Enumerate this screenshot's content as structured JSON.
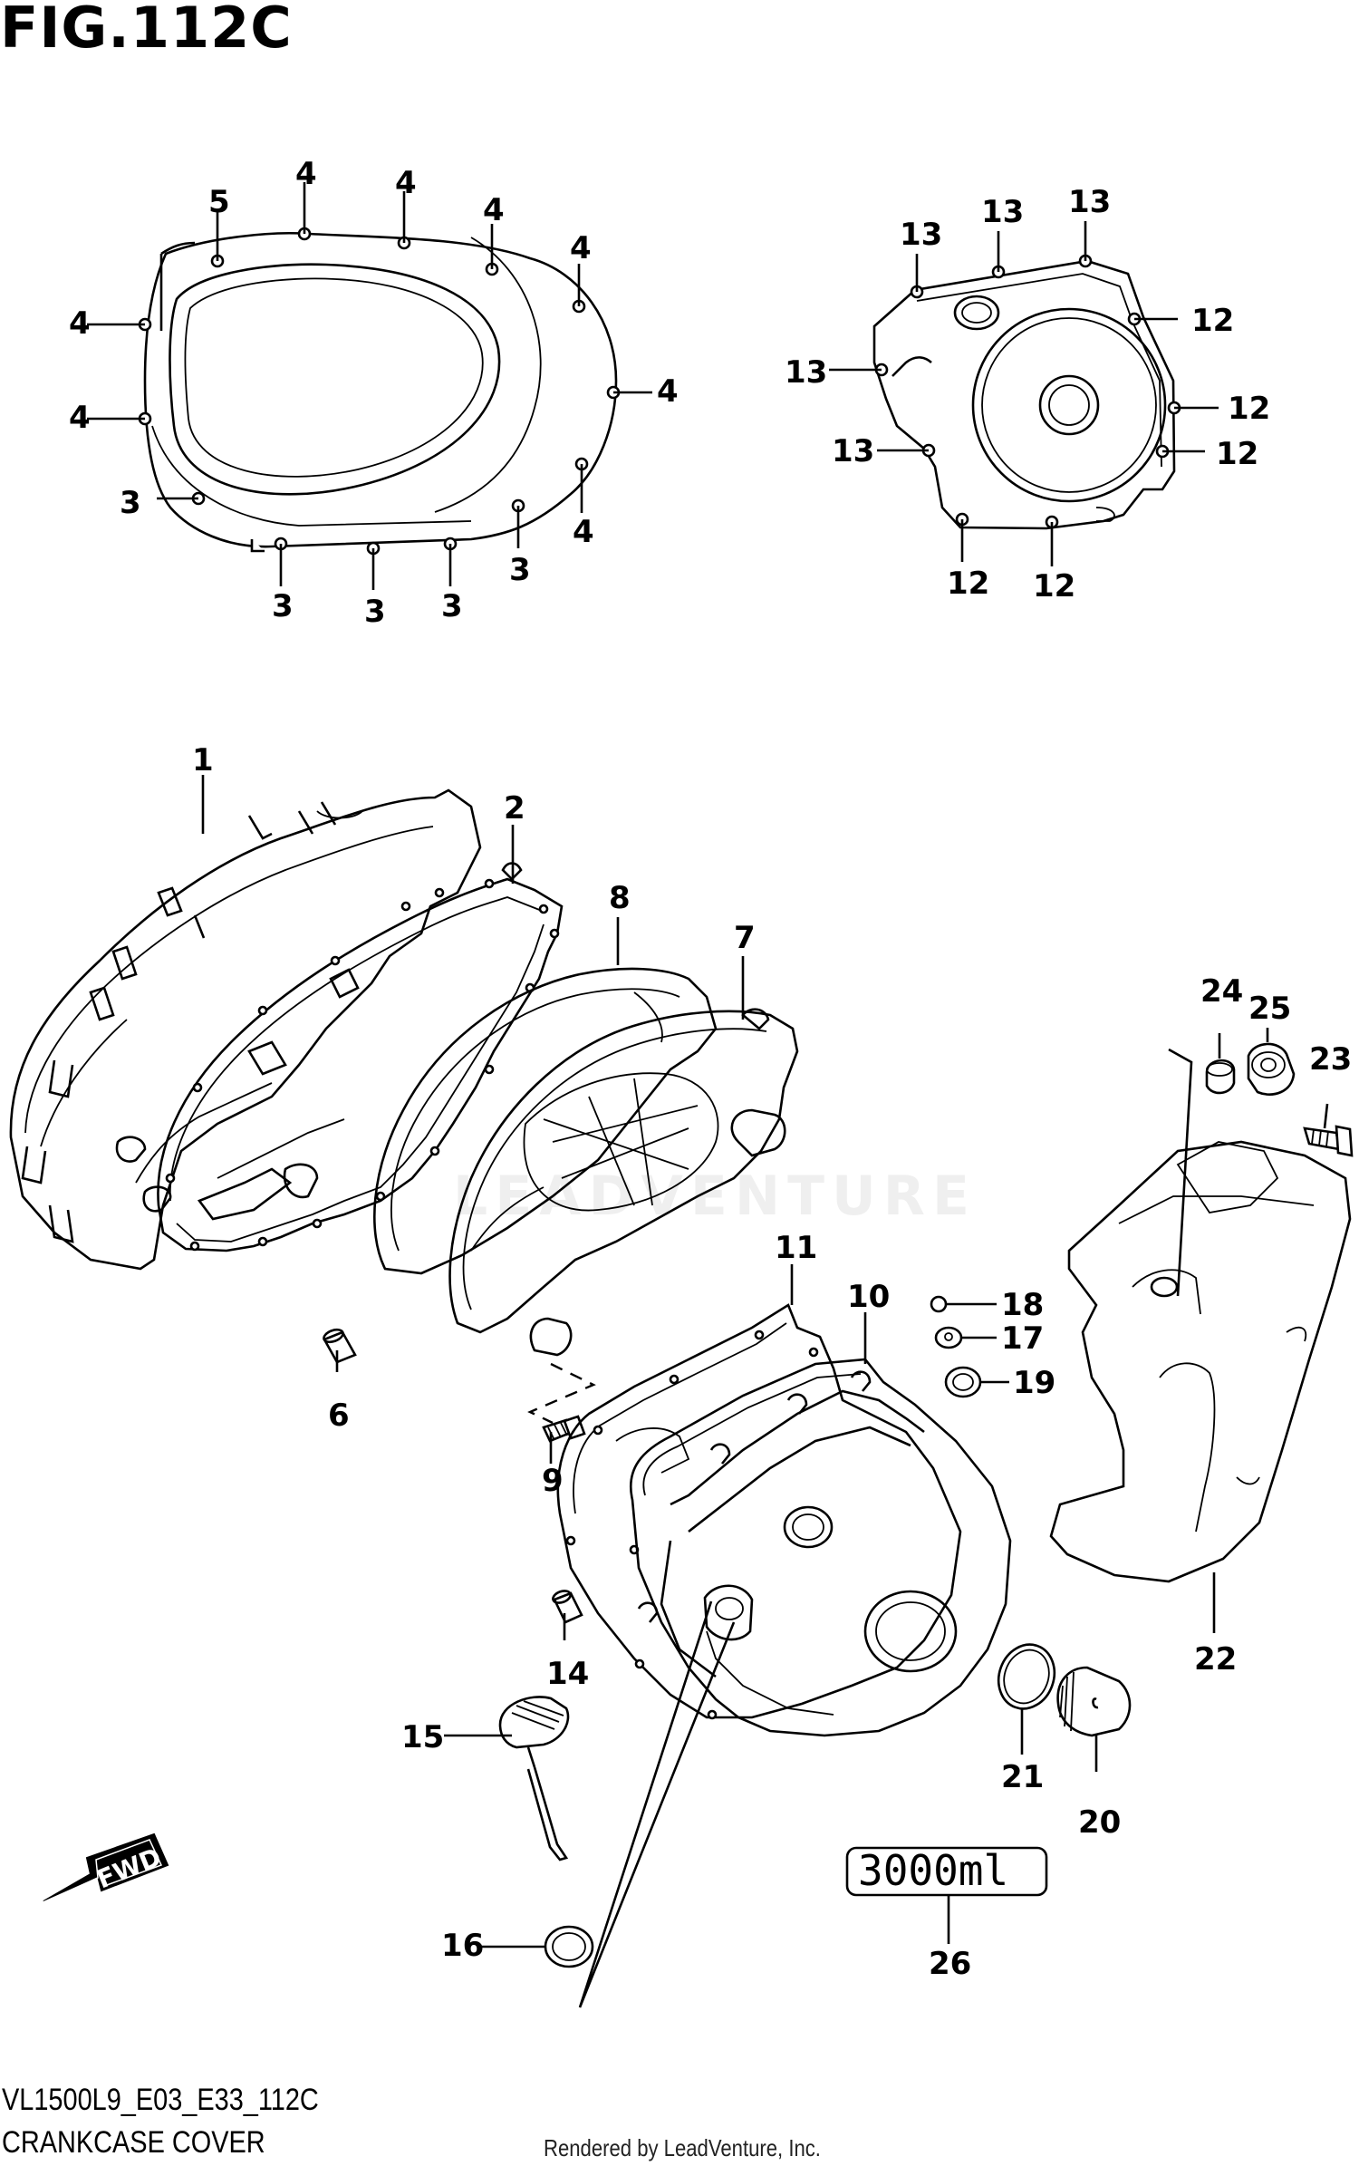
{
  "figure": {
    "title": "FIG.112C",
    "model_code": "VL1500L9_E03_E33_112C",
    "caption": "CRANKCASE COVER",
    "credit": "Rendered by LeadVenture, Inc.",
    "watermark": "LEADVENTURE"
  },
  "fwd_arrow": {
    "label": "FWD",
    "icon": "fwd-arrow-icon"
  },
  "stamp": {
    "text": "3000ml"
  },
  "callouts": [
    {
      "id": "c1",
      "label": "1"
    },
    {
      "id": "c2",
      "label": "2"
    },
    {
      "id": "c3a",
      "label": "3"
    },
    {
      "id": "c3b",
      "label": "3"
    },
    {
      "id": "c3c",
      "label": "3"
    },
    {
      "id": "c3d",
      "label": "3"
    },
    {
      "id": "c3e",
      "label": "3"
    },
    {
      "id": "c4a",
      "label": "4"
    },
    {
      "id": "c4b",
      "label": "4"
    },
    {
      "id": "c4c",
      "label": "4"
    },
    {
      "id": "c4d",
      "label": "4"
    },
    {
      "id": "c4e",
      "label": "4"
    },
    {
      "id": "c4f",
      "label": "4"
    },
    {
      "id": "c4g",
      "label": "4"
    },
    {
      "id": "c4h",
      "label": "4"
    },
    {
      "id": "c5",
      "label": "5"
    },
    {
      "id": "c6",
      "label": "6"
    },
    {
      "id": "c7",
      "label": "7"
    },
    {
      "id": "c8",
      "label": "8"
    },
    {
      "id": "c9",
      "label": "9"
    },
    {
      "id": "c10",
      "label": "10"
    },
    {
      "id": "c11",
      "label": "11"
    },
    {
      "id": "c12a",
      "label": "12"
    },
    {
      "id": "c12b",
      "label": "12"
    },
    {
      "id": "c12c",
      "label": "12"
    },
    {
      "id": "c12d",
      "label": "12"
    },
    {
      "id": "c12e",
      "label": "12"
    },
    {
      "id": "c13a",
      "label": "13"
    },
    {
      "id": "c13b",
      "label": "13"
    },
    {
      "id": "c13c",
      "label": "13"
    },
    {
      "id": "c13d",
      "label": "13"
    },
    {
      "id": "c13e",
      "label": "13"
    },
    {
      "id": "c14",
      "label": "14"
    },
    {
      "id": "c15",
      "label": "15"
    },
    {
      "id": "c16",
      "label": "16"
    },
    {
      "id": "c17",
      "label": "17"
    },
    {
      "id": "c18",
      "label": "18"
    },
    {
      "id": "c19",
      "label": "19"
    },
    {
      "id": "c20",
      "label": "20"
    },
    {
      "id": "c21",
      "label": "21"
    },
    {
      "id": "c22",
      "label": "22"
    },
    {
      "id": "c23",
      "label": "23"
    },
    {
      "id": "c24",
      "label": "24"
    },
    {
      "id": "c25",
      "label": "25"
    },
    {
      "id": "c26",
      "label": "26"
    }
  ]
}
